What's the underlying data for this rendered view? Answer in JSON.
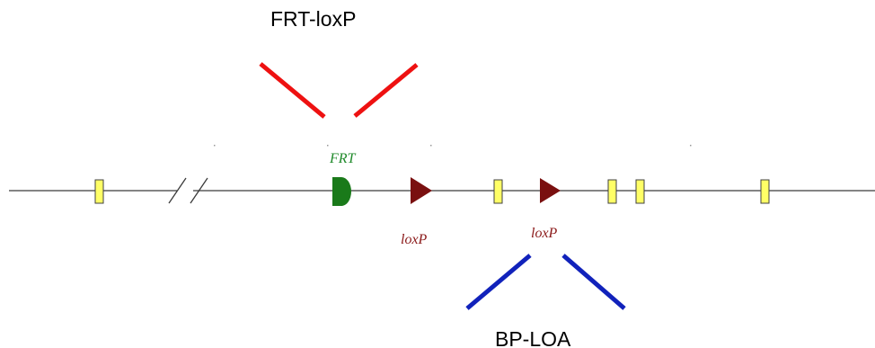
{
  "labels": {
    "frt_loxp_callout": "FRT-loxP",
    "bp_loa_callout": "BP-LOA",
    "frt_site": "FRT",
    "loxp_site_1": "loxP",
    "loxp_site_2": "loxP"
  },
  "colors": {
    "backbone": "#3a3a3a",
    "exon_fill": "#ffff66",
    "exon_stroke": "#404040",
    "frt_fill": "#1a7a1a",
    "frt_text": "#1f8a2a",
    "loxp_fill": "#7a1010",
    "loxp_text": "#8b1a1a",
    "red_callout": "#ee1111",
    "blue_callout": "#1122bb"
  },
  "icons": {
    "frt": "half-circle-site-icon",
    "loxp": "triangle-site-icon",
    "exon": "rectangle-exon-icon",
    "break": "double-slash-break-icon"
  }
}
